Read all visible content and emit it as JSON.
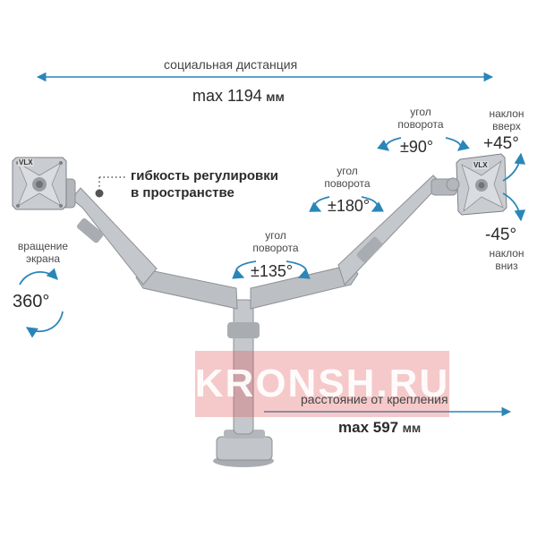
{
  "social_distance": {
    "label": "социальная дистанция",
    "value": "max 1194",
    "unit": "мм"
  },
  "flexibility": {
    "line1": "гибкость регулировки",
    "line2": "в пространстве"
  },
  "screen_rotation": {
    "line1": "вращение",
    "line2": "экрана",
    "value": "360°"
  },
  "center_rotation": {
    "line1": "угол",
    "line2": "поворота",
    "value": "±135°"
  },
  "left_rotation": {
    "line1": "угол",
    "line2": "поворота",
    "value": "±180°"
  },
  "top_rotation": {
    "line1": "угол",
    "line2": "поворота",
    "value": "±90°"
  },
  "tilt_up": {
    "line1": "наклон",
    "line2": "вверх",
    "value": "+45°"
  },
  "tilt_down": {
    "value": "-45°",
    "line1": "наклон",
    "line2": "вниз"
  },
  "mount_distance": {
    "label": "расстояние от крепления",
    "value": "max 597",
    "unit": "мм"
  },
  "watermark": {
    "text": "KRONSH.RU"
  },
  "vesa_logo": "VLX",
  "colors": {
    "accent": "#2a86b8",
    "metal": "#b9bcc0",
    "metal_dark": "#8d9094",
    "watermark": "#e15a5f"
  }
}
